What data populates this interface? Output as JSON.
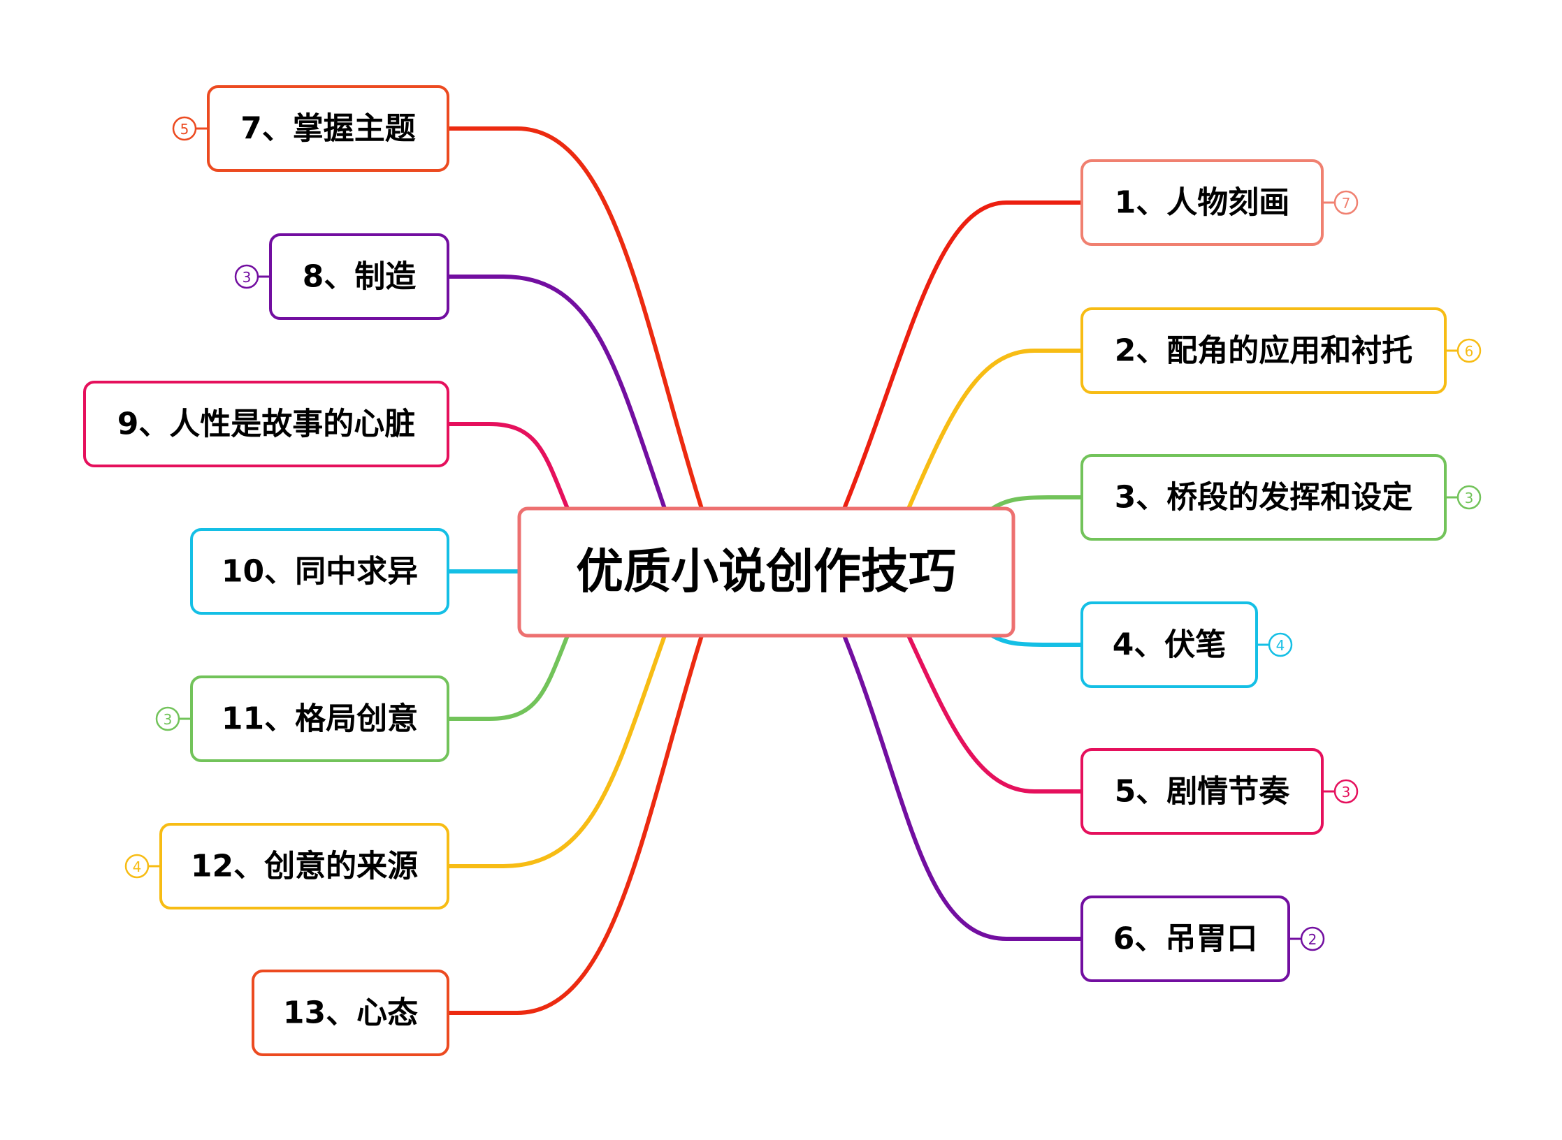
{
  "central": {
    "title": "优质小说创作技巧",
    "color": "#ED7070"
  },
  "branches": [
    {
      "id": "b1",
      "label": "1、人物刻画",
      "color": "#EC1F10",
      "border": "#F08070",
      "badge": "7"
    },
    {
      "id": "b2",
      "label": "2、配角的应用和衬托",
      "color": "#F7BC14",
      "border": "#F7BC14",
      "badge": "6"
    },
    {
      "id": "b3",
      "label": "3、桥段的发挥和设定",
      "color": "#72C35A",
      "border": "#72C35A",
      "badge": "3"
    },
    {
      "id": "b4",
      "label": "4、伏笔",
      "color": "#14BFE5",
      "border": "#14BFE5",
      "badge": "4"
    },
    {
      "id": "b5",
      "label": "5、剧情节奏",
      "color": "#E5105C",
      "border": "#E5105C",
      "badge": "3"
    },
    {
      "id": "b6",
      "label": "6、吊胃口",
      "color": "#720EA0",
      "border": "#720EA0",
      "badge": "2"
    },
    {
      "id": "b7",
      "label": "7、掌握主题",
      "color": "#EC2A10",
      "border": "#EC4A20",
      "badge": "5"
    },
    {
      "id": "b8",
      "label": "8、制造",
      "color": "#720EA0",
      "border": "#720EA0",
      "badge": "3"
    },
    {
      "id": "b9",
      "label": "9、人性是故事的心脏",
      "color": "#E5105C",
      "border": "#E5105C",
      "badge": ""
    },
    {
      "id": "b10",
      "label": "10、同中求异",
      "color": "#14BFE5",
      "border": "#14BFE5",
      "badge": ""
    },
    {
      "id": "b11",
      "label": "11、格局创意",
      "color": "#72C35A",
      "border": "#72C35A",
      "badge": "3"
    },
    {
      "id": "b12",
      "label": "12、创意的来源",
      "color": "#F7BC14",
      "border": "#F7BC14",
      "badge": "4"
    },
    {
      "id": "b13",
      "label": "13、心态",
      "color": "#EC2A10",
      "border": "#EC4A20",
      "badge": ""
    }
  ]
}
